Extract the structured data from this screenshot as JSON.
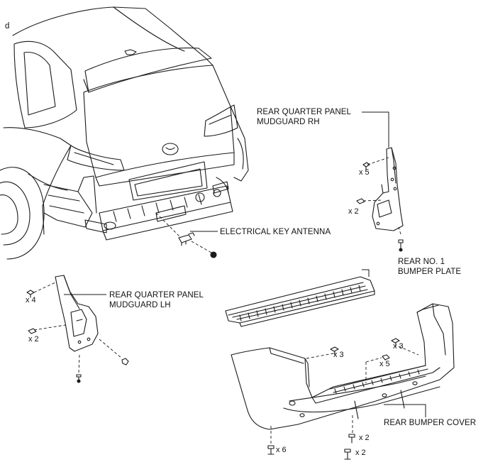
{
  "corner_mark": "d",
  "labels": {
    "rear_quarter_panel_mudguard_rh": [
      "REAR QUARTER PANEL",
      "MUDGUARD RH"
    ],
    "electrical_key_antenna": "ELECTRICAL KEY ANTENNA",
    "rear_no1_bumper_plate": [
      "REAR NO. 1",
      "BUMPER PLATE"
    ],
    "rear_quarter_panel_mudguard_lh": [
      "REAR QUARTER PANEL",
      "MUDGUARD LH"
    ],
    "rear_bumper_cover": "REAR BUMPER COVER"
  },
  "quantities": {
    "rh_screw": "x 5",
    "rh_clip": "x 2",
    "lh_screw": "x 4",
    "lh_clip": "x 2",
    "bumper_clip_left": "x 3",
    "bumper_clip_right": "x 3",
    "bumper_screw_center": "x 5",
    "bumper_bolt_left": "x 6",
    "bumper_bolt_center_upper": "x 2",
    "bumper_bolt_center_lower": "x 2"
  }
}
